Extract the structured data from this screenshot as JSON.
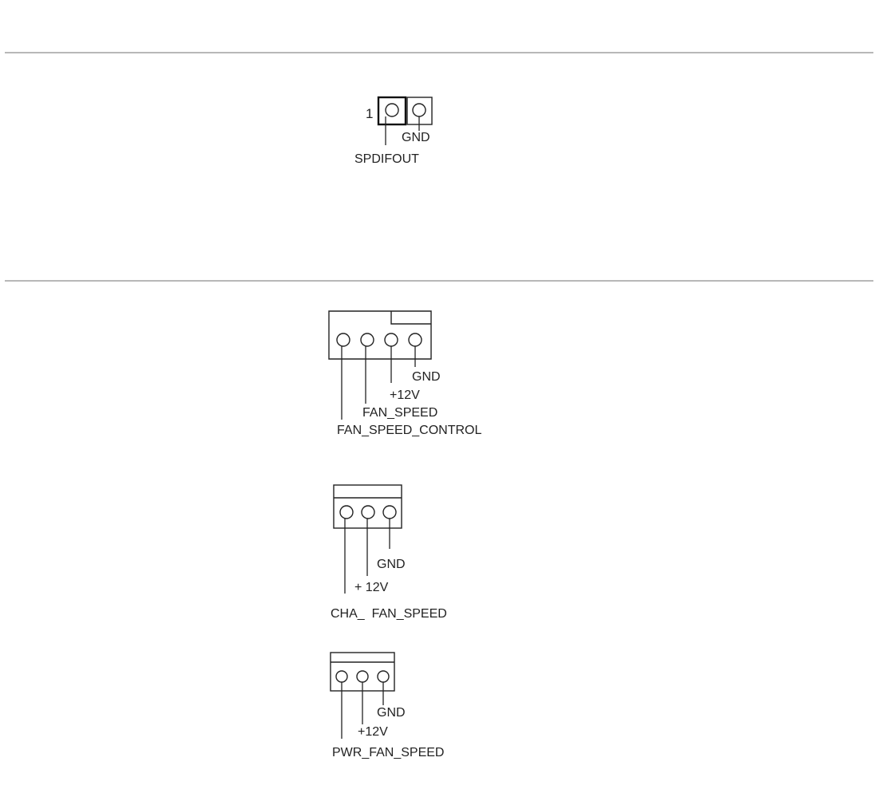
{
  "spdif": {
    "pin1_label": "1",
    "labels": [
      "GND",
      "SPDIFOUT"
    ]
  },
  "cpu_fan": {
    "labels": [
      "GND",
      "+12V",
      "FAN_SPEED",
      "FAN_SPEED_CONTROL"
    ]
  },
  "cha_fan": {
    "labels": [
      "GND",
      "+ 12V",
      "CHA_  FAN_SPEED"
    ]
  },
  "pwr_fan": {
    "labels": [
      "GND",
      "+12V",
      "PWR_FAN_SPEED"
    ]
  }
}
